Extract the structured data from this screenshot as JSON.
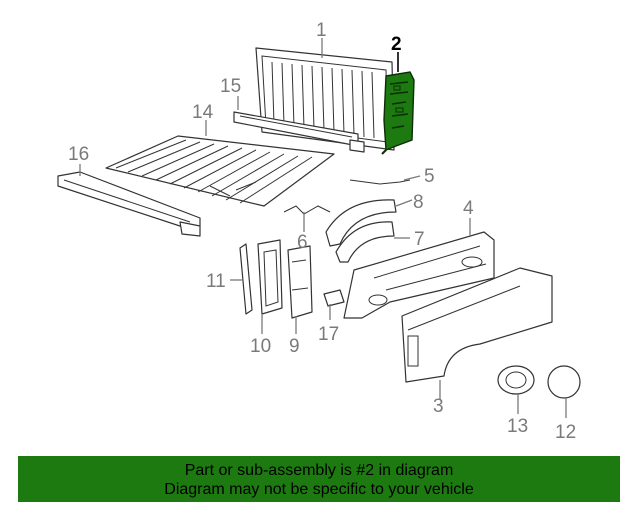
{
  "diagram": {
    "highlighted_part": "2",
    "highlight_color": "#1d7a10",
    "callouts": [
      {
        "id": "c1",
        "label": "1"
      },
      {
        "id": "c2",
        "label": "2"
      },
      {
        "id": "c3",
        "label": "3"
      },
      {
        "id": "c4",
        "label": "4"
      },
      {
        "id": "c5",
        "label": "5"
      },
      {
        "id": "c6",
        "label": "6"
      },
      {
        "id": "c7",
        "label": "7"
      },
      {
        "id": "c8",
        "label": "8"
      },
      {
        "id": "c9",
        "label": "9"
      },
      {
        "id": "c10",
        "label": "10"
      },
      {
        "id": "c11",
        "label": "11"
      },
      {
        "id": "c12",
        "label": "12"
      },
      {
        "id": "c13",
        "label": "13"
      },
      {
        "id": "c14",
        "label": "14"
      },
      {
        "id": "c15",
        "label": "15"
      },
      {
        "id": "c16",
        "label": "16"
      },
      {
        "id": "c17",
        "label": "17"
      }
    ]
  },
  "banner": {
    "line1": "Part or sub-assembly is #2 in diagram",
    "line2": "Diagram may not be specific to your vehicle",
    "background": "#1d7a10"
  }
}
